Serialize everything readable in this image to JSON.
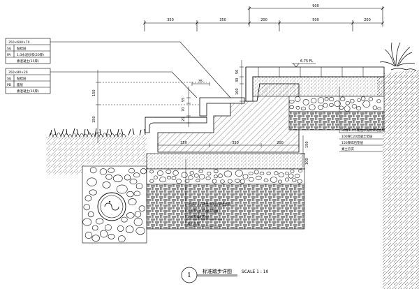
{
  "top_dimensions": {
    "overall": "900",
    "segments": [
      "350",
      "350",
      "200",
      "500",
      "200"
    ]
  },
  "left_dims": {
    "upper_1": "150",
    "upper_2": "150"
  },
  "step_small_dims": {
    "a": "35",
    "b": "70",
    "c": "50",
    "d": "55",
    "e": "100",
    "f": "20",
    "g": "30"
  },
  "inner_dimensions": [
    "350",
    "350",
    "200"
  ],
  "base_dims": [
    "150",
    "100"
  ],
  "elevation_label": "6.75 FL",
  "callout_1": {
    "header": "350×600×70",
    "rows": [
      {
        "code": "SG",
        "text": "粘结层"
      },
      {
        "code": "PA",
        "text": "1:3水泥砂浆(20厚)"
      },
      {
        "code": "",
        "text": "素混凝土(15厚)"
      }
    ]
  },
  "callout_2": {
    "header": "350×80×20",
    "rows": [
      {
        "code": "SG",
        "text": "粘结层"
      },
      {
        "code": "PB",
        "text": "面层"
      },
      {
        "code": "",
        "text": "素混凝土(15厚)"
      }
    ]
  },
  "layer_notes_right": [
    "30厚1:3干硬性水泥砂浆结合层",
    "100厚C20混凝土垫层",
    "150厚碎石垫层",
    "素土夯实"
  ],
  "layer_notes_bottom": [
    "30厚1:3干硬性水泥砂浆结合层",
    "100厚C20混凝土垫层",
    "150厚碎石垫层",
    "素土夯实"
  ],
  "title_block": {
    "number": "1",
    "title": "标准踏步详图",
    "scale": "SCALE 1 : 10"
  }
}
